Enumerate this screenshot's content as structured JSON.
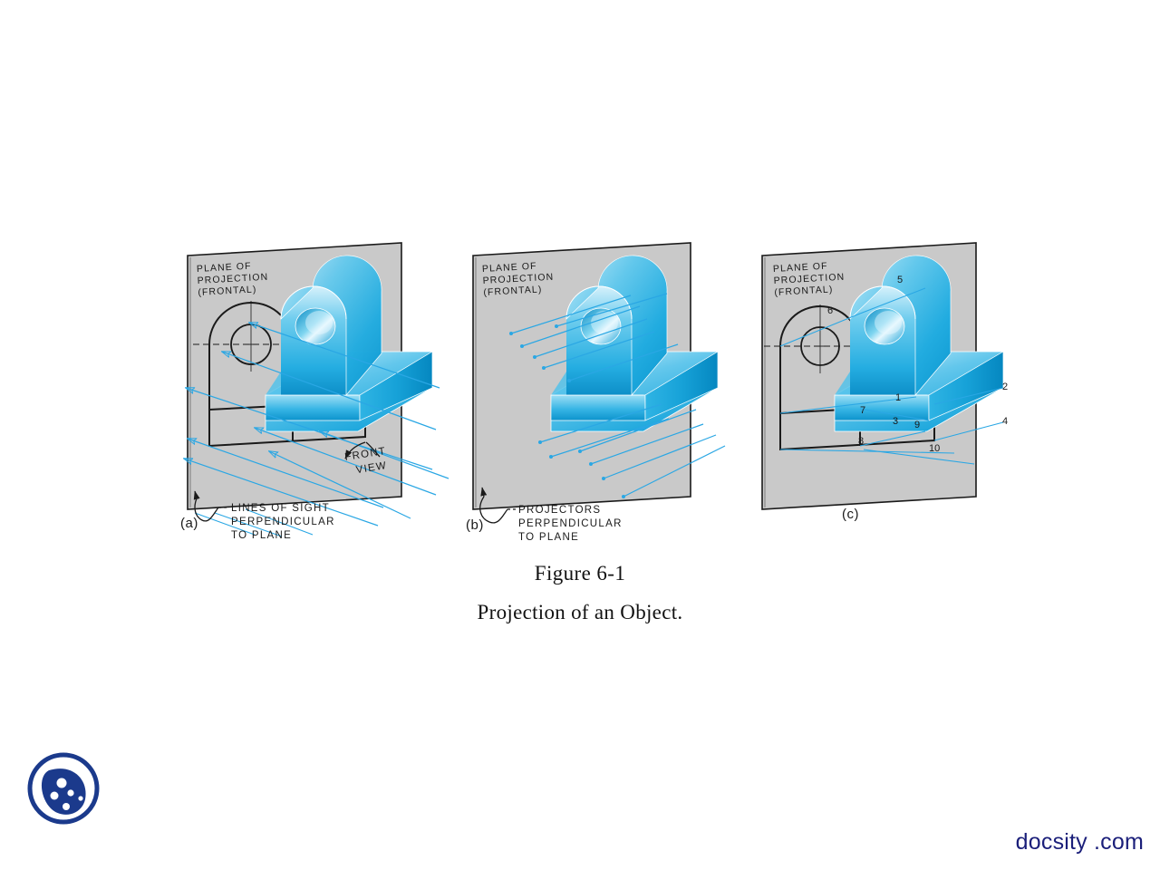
{
  "figure": {
    "caption_title": "Figure 6-1",
    "caption_subtitle": "Projection of an Object.",
    "colors": {
      "plane_fill": "#c9c9c9",
      "plane_edge": "#1a1a1a",
      "projector_blue": "#2aa7e4",
      "object_blue_light": "#b9e6f7",
      "object_blue_mid": "#49c0ea",
      "object_blue_dark": "#0f9fd6",
      "ink": "#1a1a1a",
      "brand_navy": "#1b1f7a"
    }
  },
  "panels": [
    {
      "letter": "(a)",
      "plane_label_line1": "PLANE OF",
      "plane_label_line2": "PROJECTION",
      "plane_label_line3": "(FRONTAL)",
      "view_label_line1": "FRONT",
      "view_label_line2": "VIEW",
      "note_line1": "LINES OF SIGHT",
      "note_line2": "PERPENDICULAR",
      "note_line3": "TO PLANE"
    },
    {
      "letter": "(b)",
      "plane_label_line1": "PLANE OF",
      "plane_label_line2": "PROJECTION",
      "plane_label_line3": "(FRONTAL)",
      "note_line1": "PROJECTORS",
      "note_line2": "PERPENDICULAR",
      "note_line3": "TO  PLANE"
    },
    {
      "letter": "(c)",
      "plane_label_line1": "PLANE OF",
      "plane_label_line2": "PROJECTION",
      "plane_label_line3": "(FRONTAL)",
      "point_labels": [
        "1",
        "2",
        "3",
        "4",
        "5",
        "6",
        "7",
        "8",
        "9",
        "10"
      ]
    }
  ],
  "branding": {
    "wordmark": "docsity .com",
    "logo_name": "docsity-cookie-logo"
  }
}
